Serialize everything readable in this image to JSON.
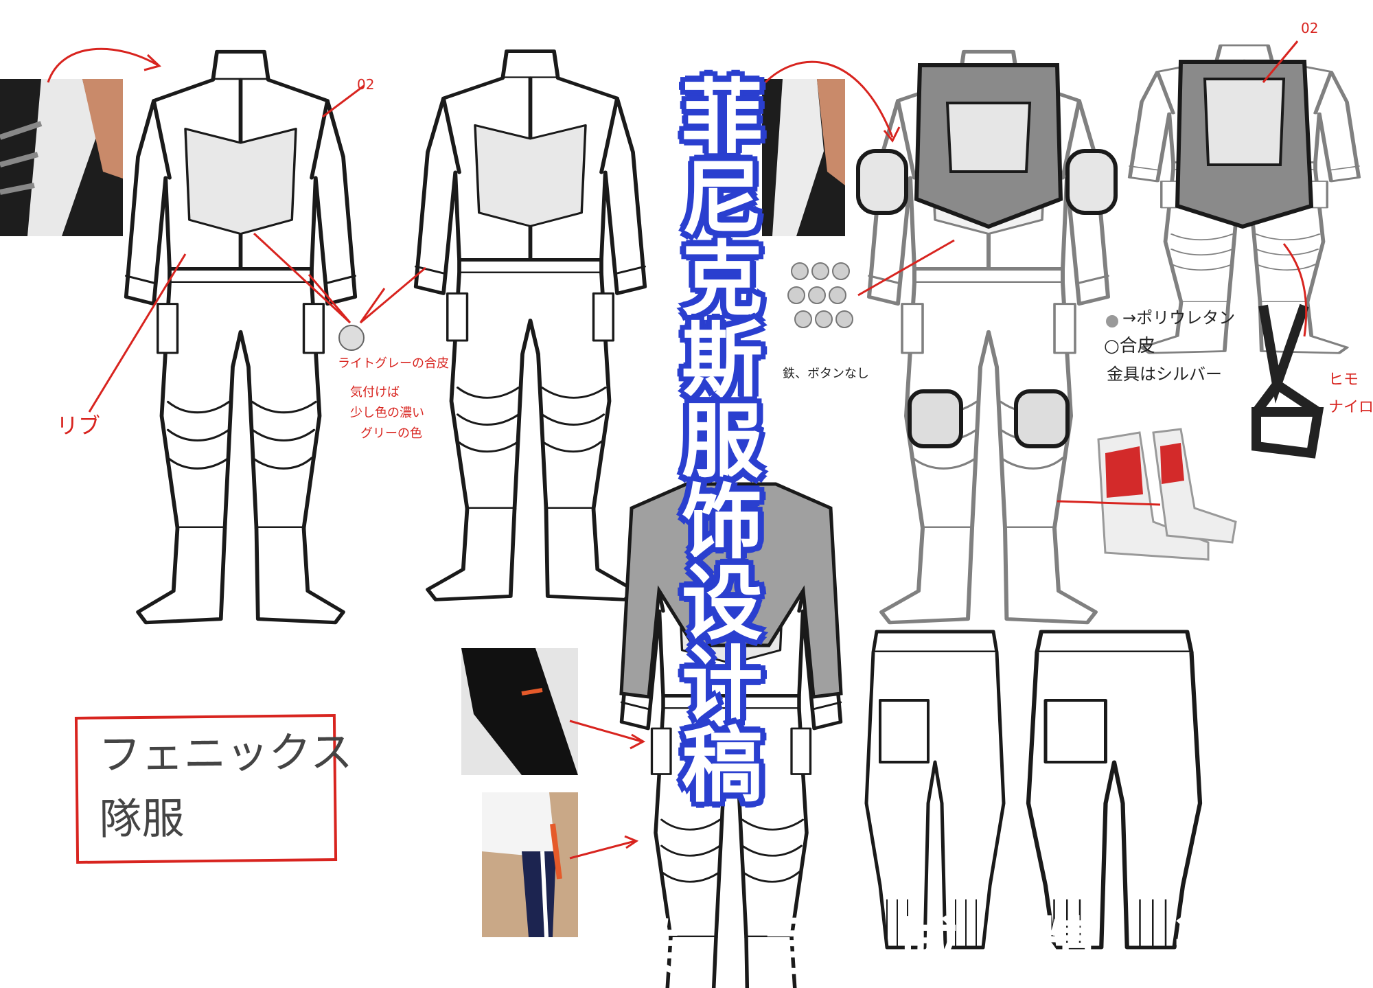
{
  "title": {
    "chars": [
      "菲",
      "尼",
      "克",
      "斯",
      "服",
      "饰",
      "设",
      "计",
      "稿"
    ],
    "text": "菲尼克斯服饰设计稿",
    "fill_color": "#ffffff",
    "outline_color": "#2a3fcf"
  },
  "annotations": {
    "rib": "リブ",
    "light_gray_leather": "ライトグレーの合皮",
    "note_color_1": "気付けば",
    "note_color_2": "少し色の濃い",
    "note_color_3": "グリーの色",
    "zero_two_a": "02",
    "zero_two_b": "02",
    "rivets_note": "鉄、ボタンなし",
    "legend_poly": "→ポリウレタン",
    "legend_leather": "○合皮",
    "legend_metal": "金具はシルバー",
    "strap_1": "ヒモ",
    "strap_2": "ナイロン"
  },
  "label_box": {
    "line1": "フェニックス",
    "line2": "隊服",
    "border_color": "#d8241f"
  },
  "watermark": {
    "chars": [
      "侯",
      "号",
      "城",
      "精",
      "选"
    ]
  },
  "colors": {
    "annotation_red": "#d8241f",
    "sketch_line": "#1a1a1a",
    "armor_gray": "#8a8a8a",
    "shirt_gray": "#a0a0a0"
  }
}
